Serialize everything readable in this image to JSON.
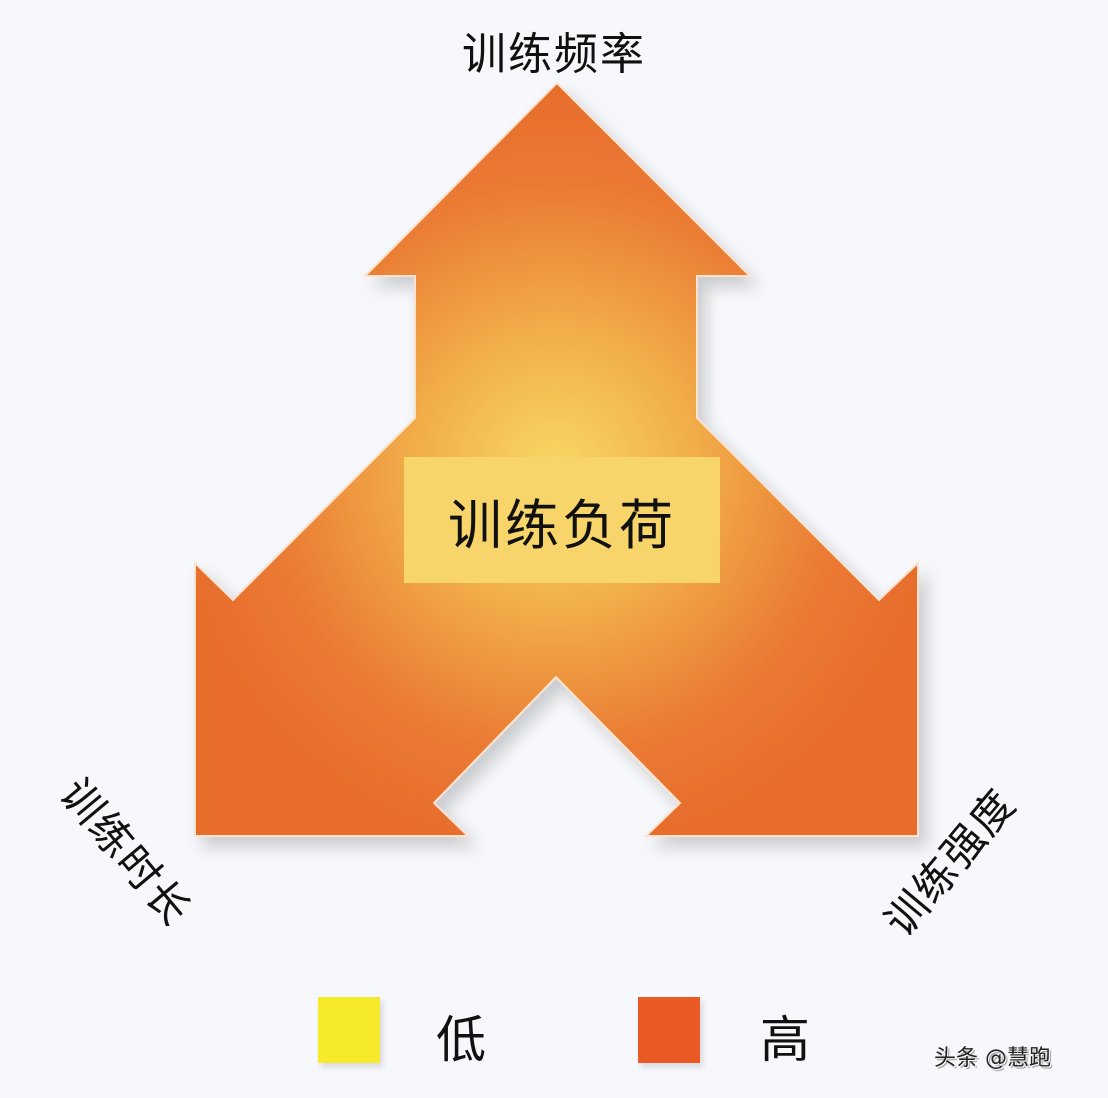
{
  "diagram": {
    "title_top": "训练频率",
    "center_label": "训练负荷",
    "left_label": "训练时长",
    "right_label": "训练强度",
    "gradient": {
      "center_color": "#f7d463",
      "mid_color": "#f0a040",
      "edge_color": "#e86e2c"
    }
  },
  "legend": {
    "items": [
      {
        "label": "低",
        "color": "#f6ea2a"
      },
      {
        "label": "高",
        "color": "#ea5a24"
      }
    ]
  },
  "watermark": "头条 @慧跑"
}
